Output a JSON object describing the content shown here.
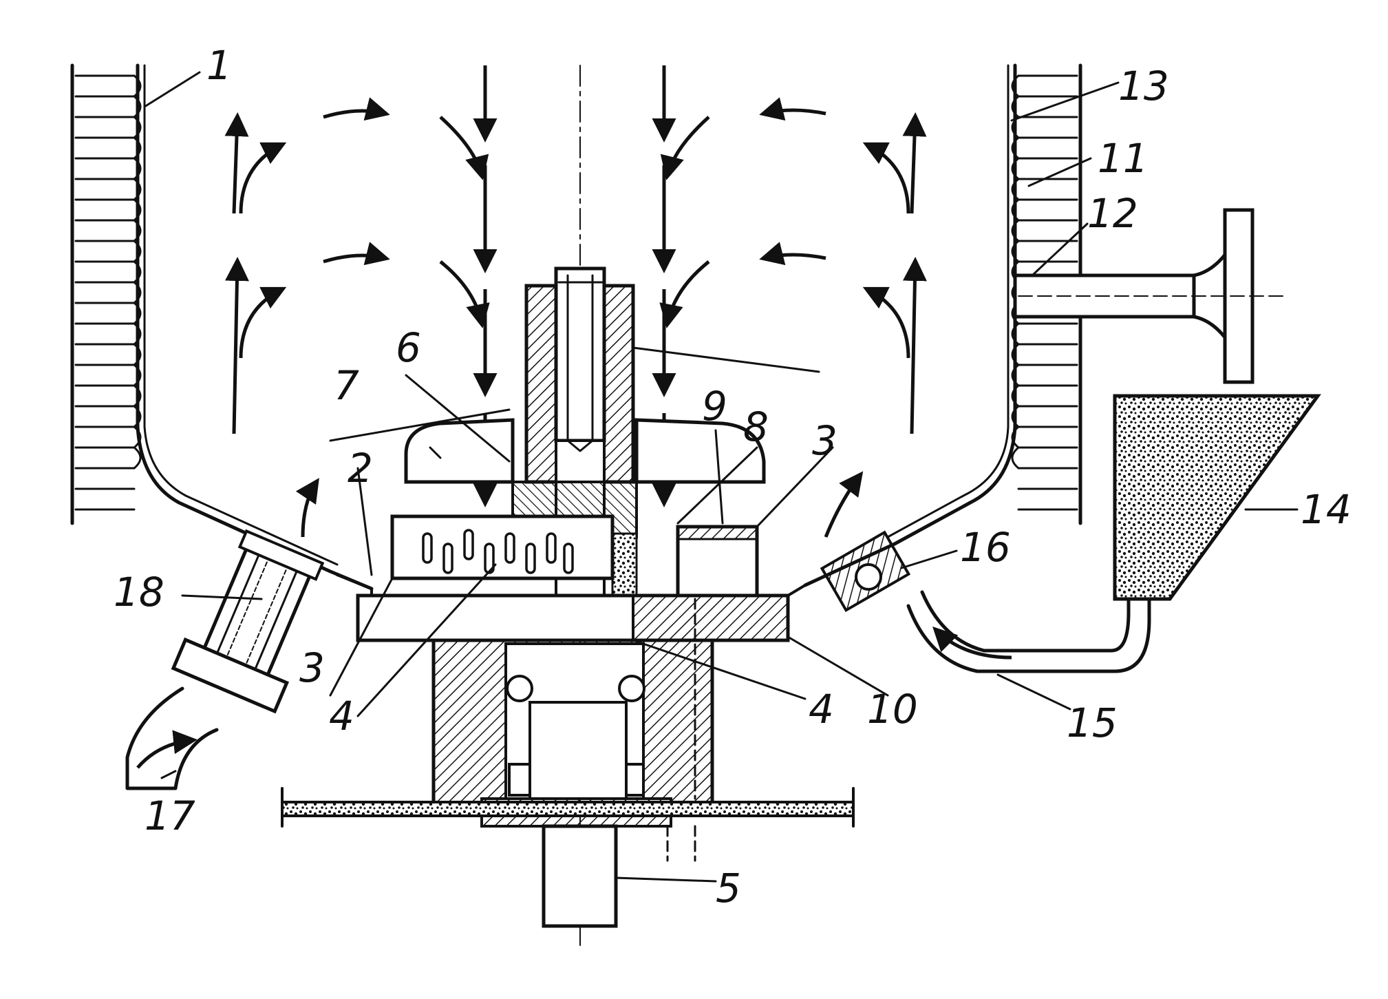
{
  "labels": {
    "l1": "1",
    "l2": "2",
    "l3a": "3",
    "l3b": "3",
    "l4a": "4",
    "l4b": "4",
    "l5": "5",
    "l6": "6",
    "l7": "7",
    "l8": "8",
    "l9": "9",
    "l10": "10",
    "l11": "11",
    "l12": "12",
    "l13": "13",
    "l14": "14",
    "l15": "15",
    "l16": "16",
    "l17": "17",
    "l18": "18"
  },
  "colors": {
    "ink": "#111111",
    "paper": "#ffffff"
  }
}
